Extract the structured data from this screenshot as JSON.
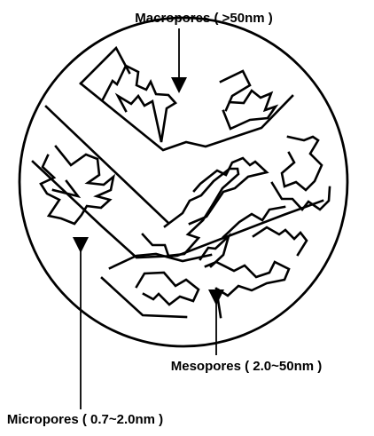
{
  "diagram": {
    "labels": {
      "macropores": "Macropores ( >50nm )",
      "mesopores": "Mesopores ( 2.0~50nm )",
      "micropores": "Micropores ( 0.7~2.0nm )"
    },
    "colors": {
      "line": "#000000",
      "background": "#ffffff"
    }
  }
}
